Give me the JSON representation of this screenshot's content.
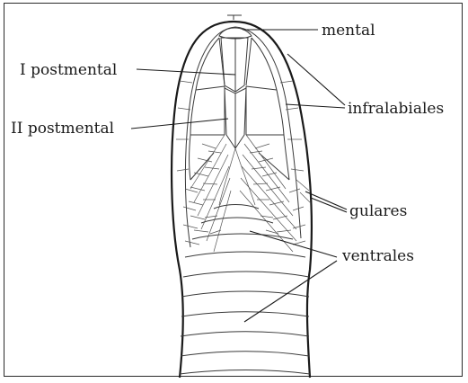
{
  "labels": {
    "mental": "mental",
    "postmental_1": "I postmental",
    "postmental_2": "II postmental",
    "infralabiales": "infralabiales",
    "gulares": "gulares",
    "ventrales": "ventrales"
  }
}
